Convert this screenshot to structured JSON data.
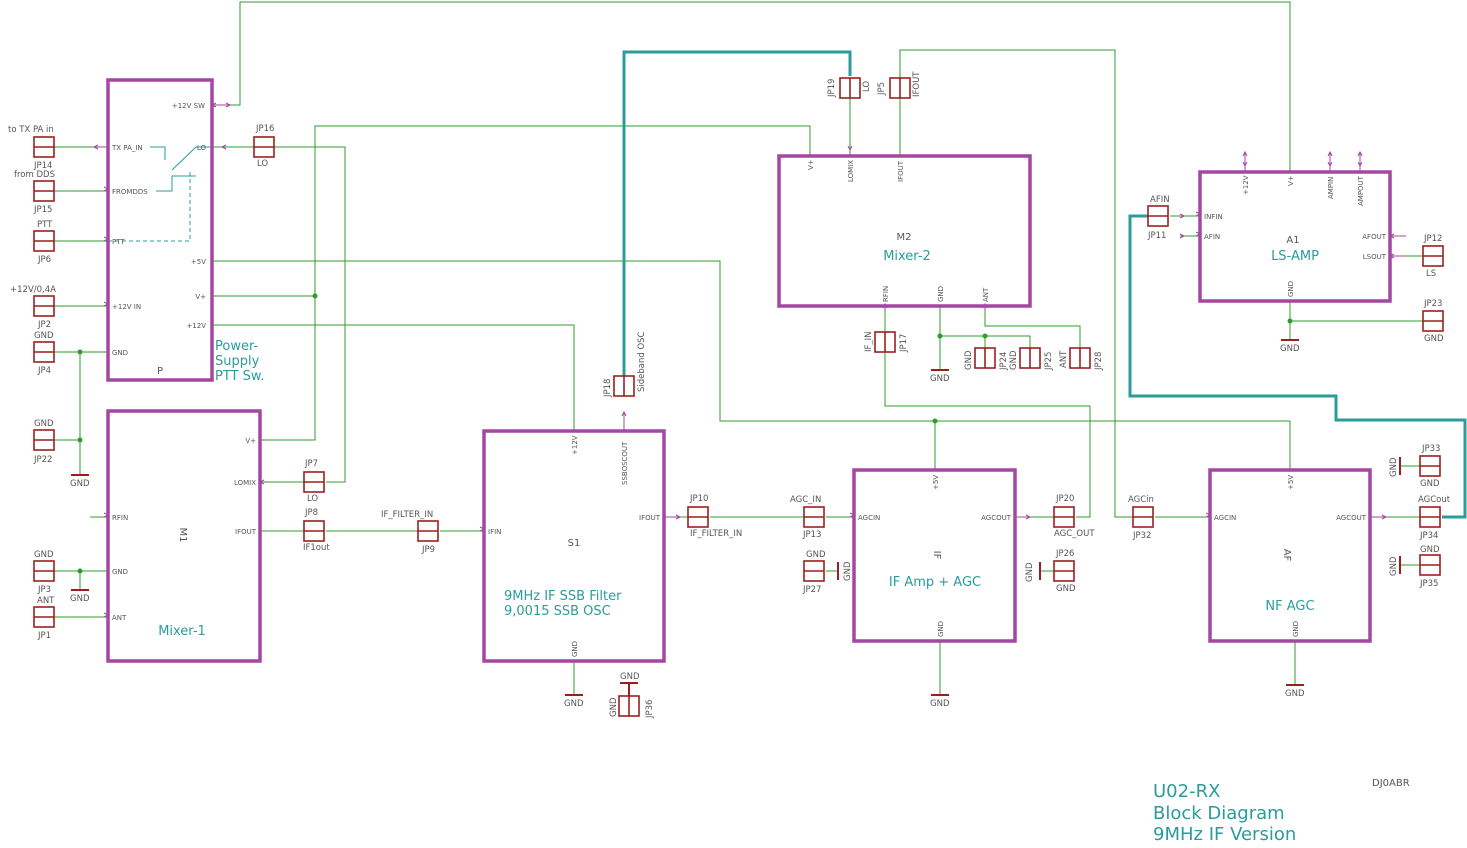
{
  "title_block": {
    "line1": "U02-RX",
    "line2": "Block Diagram",
    "line3": "9MHz IF Version",
    "author": "DJ0ABR"
  },
  "blocks": {
    "P": {
      "name": "P",
      "value": [
        "Power-",
        "Supply",
        "PTT Sw."
      ],
      "pins": {
        "p12sw": "+12V SW",
        "txpa": "TX PA_IN",
        "fromdds": "FROMDDS",
        "ptt": "PTT",
        "p12in": "+12V IN",
        "gnd": "GND",
        "lo": "LO",
        "p5v": "+5V",
        "vplus": "V+",
        "p12v": "+12V"
      }
    },
    "M1": {
      "name": "M1",
      "value": "Mixer-1",
      "pins": {
        "rfin": "RFIN",
        "gnd": "GND",
        "ant": "ANT",
        "vplus": "V+",
        "lomix": "LOMIX",
        "ifout": "IFOUT"
      }
    },
    "S1": {
      "name": "S1",
      "value": [
        "9MHz IF SSB Filter",
        "9,0015 SSB OSC"
      ],
      "pins": {
        "p12v": "+12V",
        "ssbosc": "SSBOSCOUT",
        "ifin": "IFIN",
        "ifout": "IFOUT",
        "gnd": "GND"
      }
    },
    "M2": {
      "name": "M2",
      "value": "Mixer-2",
      "pins": {
        "vplus": "V+",
        "lomix": "LOMIX",
        "ifout": "IFOUT",
        "rfin": "RFIN",
        "gnd": "GND",
        "ant": "ANT"
      }
    },
    "IF": {
      "name": "IF",
      "value": "IF Amp + AGC",
      "pins": {
        "p5v": "+5V",
        "agcin": "AGCIN",
        "agcout": "AGCOUT",
        "gnd": "GND"
      }
    },
    "A1": {
      "name": "A1",
      "value": "LS-AMP",
      "pins": {
        "p12v": "+12V",
        "vplus": "V+",
        "ampin": "AMPIN",
        "ampout": "AMPOUT",
        "infin": "INFIN",
        "afin": "AFIN",
        "afout": "AFOUT",
        "lsout": "LSOUT",
        "gnd": "GND"
      }
    },
    "AF": {
      "name": "AF",
      "value": "NF AGC",
      "pins": {
        "p5v": "+5V",
        "agcin": "AGCIN",
        "agcout": "AGCOUT",
        "gnd": "GND"
      }
    }
  },
  "jumpers": {
    "JP14": {
      "name": "JP14",
      "value": "to TX PA in"
    },
    "JP15": {
      "name": "JP15",
      "value": "from DDS"
    },
    "JP6": {
      "name": "JP6",
      "value": "PTT"
    },
    "JP2": {
      "name": "JP2",
      "value": "+12V/0,4A"
    },
    "JP4": {
      "name": "JP4",
      "value": "GND"
    },
    "JP22": {
      "name": "JP22",
      "value": "GND"
    },
    "JP3": {
      "name": "JP3",
      "value": "GND"
    },
    "JP1": {
      "name": "JP1",
      "value": "ANT"
    },
    "JP16": {
      "name": "JP16",
      "value": "LO"
    },
    "JP7": {
      "name": "JP7",
      "value": "LO"
    },
    "JP8": {
      "name": "JP8",
      "value": "IF1out"
    },
    "JP9": {
      "name": "JP9",
      "value": "IF_FILTER_IN"
    },
    "JP18": {
      "name": "JP18",
      "value": "Sideband OSC"
    },
    "JP36": {
      "name": "JP36",
      "value": "GND"
    },
    "JP10": {
      "name": "JP10",
      "value": "IF_FILTER_IN"
    },
    "JP13": {
      "name": "JP13",
      "value": "AGC_IN"
    },
    "JP27": {
      "name": "JP27",
      "value": "GND"
    },
    "JP19": {
      "name": "JP19",
      "value": "LO"
    },
    "JP5": {
      "name": "JP5",
      "value": "IFOUT"
    },
    "JP17": {
      "name": "JP17",
      "value": "IF_IN"
    },
    "JP24": {
      "name": "JP24",
      "value": "GND"
    },
    "JP25": {
      "name": "JP25",
      "value": "GND"
    },
    "JP28": {
      "name": "JP28",
      "value": "ANT"
    },
    "JP20": {
      "name": "JP20",
      "value": "AGC_OUT"
    },
    "JP26": {
      "name": "JP26",
      "value": "GND"
    },
    "JP32": {
      "name": "JP32",
      "value": "AGCin"
    },
    "JP11": {
      "name": "JP11",
      "value": "AFIN"
    },
    "JP12": {
      "name": "JP12",
      "value": "LS"
    },
    "JP23": {
      "name": "JP23",
      "value": "GND"
    },
    "JP33": {
      "name": "JP33",
      "value": "GND"
    },
    "JP34": {
      "name": "JP34",
      "value": "AGCout"
    },
    "JP35": {
      "name": "JP35",
      "value": "GND"
    }
  },
  "gnd_label": "GND",
  "colors": {
    "frame": "#a347a3",
    "wire": "#2e9d2e",
    "bus": "#2a9c9c",
    "jumper": "#9b1f1f",
    "text": "#555555"
  }
}
